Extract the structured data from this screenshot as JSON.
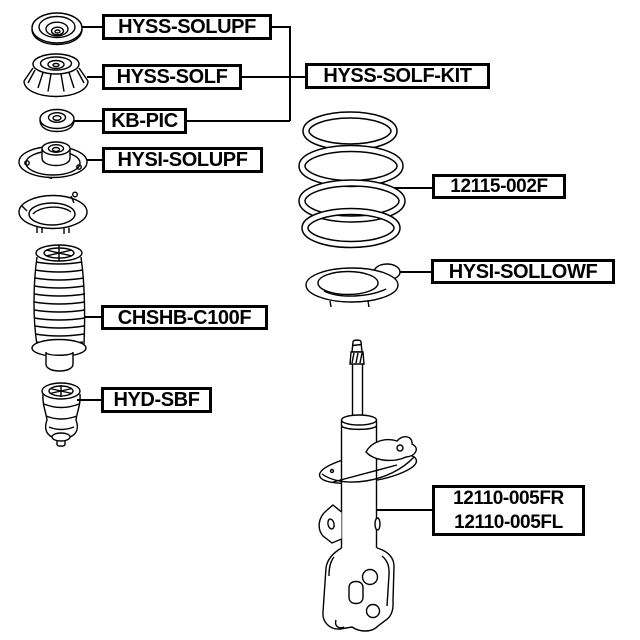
{
  "diagram": {
    "colors": {
      "background": "#ffffff",
      "line": "#000000"
    },
    "labels": {
      "bearing": "HYSS-SOLUPF",
      "strut_mount": "HYSS-SOLF",
      "strut_mount_kit": "HYSS-SOLF-KIT",
      "washer": "KB-PIC",
      "upper_mount": "HYSI-SOLUPF",
      "dust_boot": "CHSHB-C100F",
      "bump_stop": "HYD-SBF",
      "coil_spring": "12115-002F",
      "lower_spring_seat": "HYSI-SOLLOWF",
      "strut_front_right": "12110-005FR",
      "strut_front_left": "12110-005FL"
    }
  }
}
